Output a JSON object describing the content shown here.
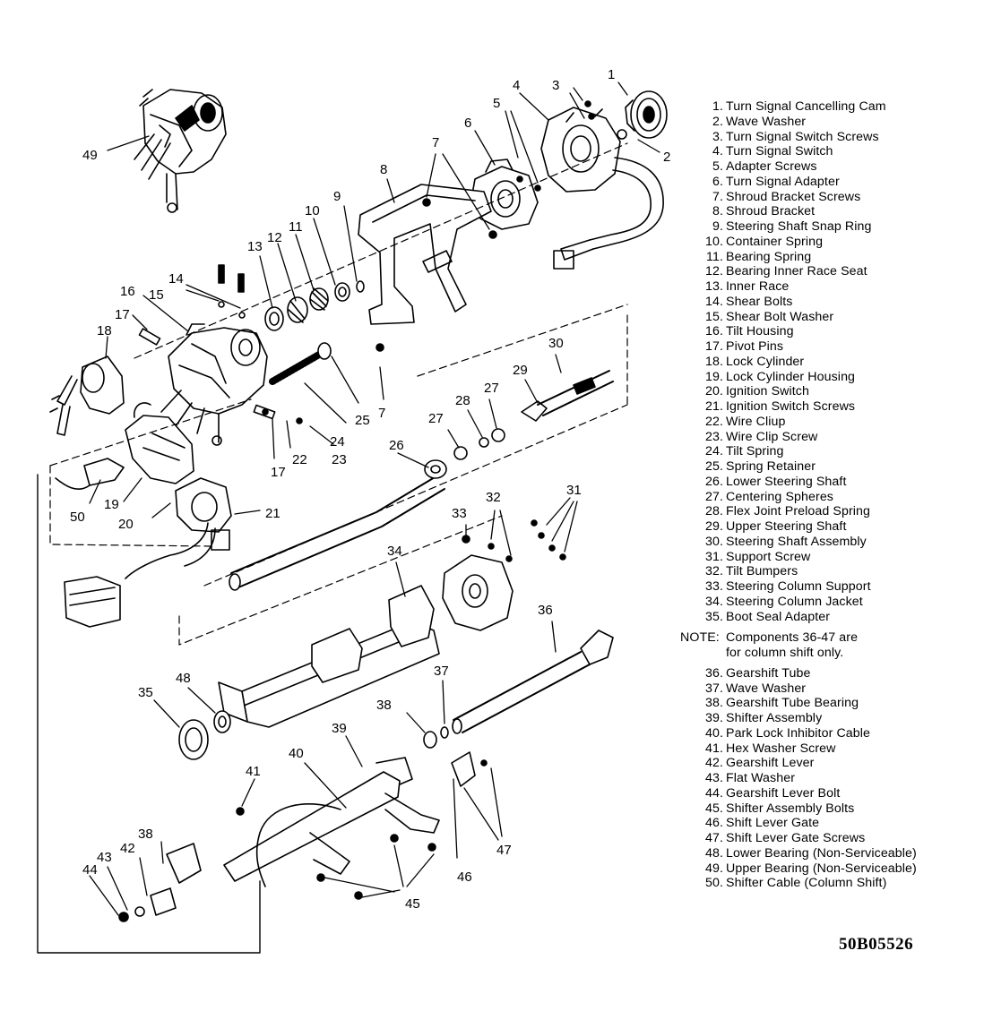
{
  "legend": {
    "items": [
      {
        "num": "1.",
        "label": "Turn Signal Cancelling Cam"
      },
      {
        "num": "2.",
        "label": "Wave Washer"
      },
      {
        "num": "3.",
        "label": "Turn Signal Switch Screws"
      },
      {
        "num": "4.",
        "label": "Turn Signal Switch"
      },
      {
        "num": "5.",
        "label": "Adapter Screws"
      },
      {
        "num": "6.",
        "label": "Turn Signal Adapter"
      },
      {
        "num": "7.",
        "label": "Shroud Bracket Screws"
      },
      {
        "num": "8.",
        "label": "Shroud Bracket"
      },
      {
        "num": "9.",
        "label": "Steering Shaft Snap Ring"
      },
      {
        "num": "10.",
        "label": "Container Spring"
      },
      {
        "num": "11.",
        "label": "Bearing Spring"
      },
      {
        "num": "12.",
        "label": "Bearing Inner Race Seat"
      },
      {
        "num": "13.",
        "label": "Inner Race"
      },
      {
        "num": "14.",
        "label": "Shear Bolts"
      },
      {
        "num": "15.",
        "label": "Shear Bolt Washer"
      },
      {
        "num": "16.",
        "label": "Tilt Housing"
      },
      {
        "num": "17.",
        "label": "Pivot Pins"
      },
      {
        "num": "18.",
        "label": "Lock Cylinder"
      },
      {
        "num": "19.",
        "label": "Lock Cylinder Housing"
      },
      {
        "num": "20.",
        "label": "Ignition Switch"
      },
      {
        "num": "21.",
        "label": "Ignition Switch Screws"
      },
      {
        "num": "22.",
        "label": "Wire Cliup"
      },
      {
        "num": "23.",
        "label": "Wire Clip Screw"
      },
      {
        "num": "24.",
        "label": "Tilt Spring"
      },
      {
        "num": "25.",
        "label": "Spring Retainer"
      },
      {
        "num": "26.",
        "label": "Lower Steering Shaft"
      },
      {
        "num": "27.",
        "label": "Centering Spheres"
      },
      {
        "num": "28.",
        "label": "Flex Joint Preload Spring"
      },
      {
        "num": "29.",
        "label": "Upper Steering Shaft"
      },
      {
        "num": "30.",
        "label": "Steering Shaft Assembly"
      },
      {
        "num": "31.",
        "label": "Support Screw"
      },
      {
        "num": "32.",
        "label": "Tilt Bumpers"
      },
      {
        "num": "33.",
        "label": "Steering Column Support"
      },
      {
        "num": "34.",
        "label": "Steering Column Jacket"
      },
      {
        "num": "35.",
        "label": "Boot Seal Adapter"
      }
    ],
    "note": {
      "label": "NOTE:",
      "line1": "Components 36-47 are",
      "line2": "for column shift only."
    },
    "items2": [
      {
        "num": "36.",
        "label": "Gearshift Tube"
      },
      {
        "num": "37.",
        "label": "Wave Washer"
      },
      {
        "num": "38.",
        "label": "Gearshift Tube Bearing"
      },
      {
        "num": "39.",
        "label": "Shifter Assembly"
      },
      {
        "num": "40.",
        "label": "Park Lock Inhibitor Cable"
      },
      {
        "num": "41.",
        "label": "Hex Washer Screw"
      },
      {
        "num": "42.",
        "label": "Gearshift Lever"
      },
      {
        "num": "43.",
        "label": "Flat Washer"
      },
      {
        "num": "44.",
        "label": "Gearshift Lever Bolt"
      },
      {
        "num": "45.",
        "label": "Shifter Assembly Bolts"
      },
      {
        "num": "46.",
        "label": "Shift Lever Gate"
      },
      {
        "num": "47.",
        "label": "Shift Lever Gate Screws"
      },
      {
        "num": "48.",
        "label": "Lower Bearing (Non-Serviceable)"
      },
      {
        "num": "49.",
        "label": "Upper Bearing (Non-Serviceable)"
      },
      {
        "num": "50.",
        "label": "Shifter Cable (Column Shift)"
      }
    ]
  },
  "callouts": [
    "1",
    "2",
    "3",
    "4",
    "5",
    "6",
    "7",
    "8",
    "9",
    "10",
    "11",
    "12",
    "13",
    "14",
    "15",
    "16",
    "17",
    "18",
    "19",
    "20",
    "21",
    "22",
    "23",
    "24",
    "25",
    "26",
    "27",
    "28",
    "29",
    "30",
    "31",
    "32",
    "33",
    "34",
    "35",
    "36",
    "37",
    "38",
    "39",
    "40",
    "41",
    "42",
    "43",
    "44",
    "45",
    "46",
    "47",
    "48",
    "49",
    "50"
  ],
  "figure_code": "50B05526"
}
